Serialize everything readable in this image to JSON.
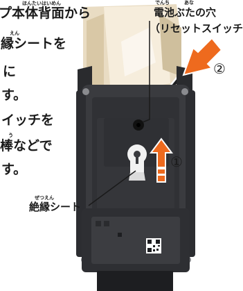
{
  "instructions": {
    "ruby_line1": "ほんたいはいめん",
    "line1": "プ本体背面から",
    "ruby_line2": "えん",
    "line2": "縁シートを",
    "line3": "に",
    "line4": "す。",
    "line5": "イッチを",
    "ruby_line6": "う",
    "line6": "棒などで",
    "line7": "す。"
  },
  "battery_label": {
    "ruby": "でんち　　　あな",
    "title": "電池ぶたの穴",
    "subtitle": "（リセットスイッチ）"
  },
  "sheet_label": {
    "ruby": "ぜつえん",
    "text": "絶縁シート"
  },
  "markers": {
    "step1": "①",
    "step2": "②"
  },
  "colors": {
    "arrow_orange": "#ee6a1e",
    "device_body": "#3a3b3f",
    "device_dark": "#1d1e21"
  },
  "icons": [
    "qr-code-icon",
    "keyhole-icon",
    "arrow-up-icon",
    "arrow-diagonal-icon"
  ]
}
